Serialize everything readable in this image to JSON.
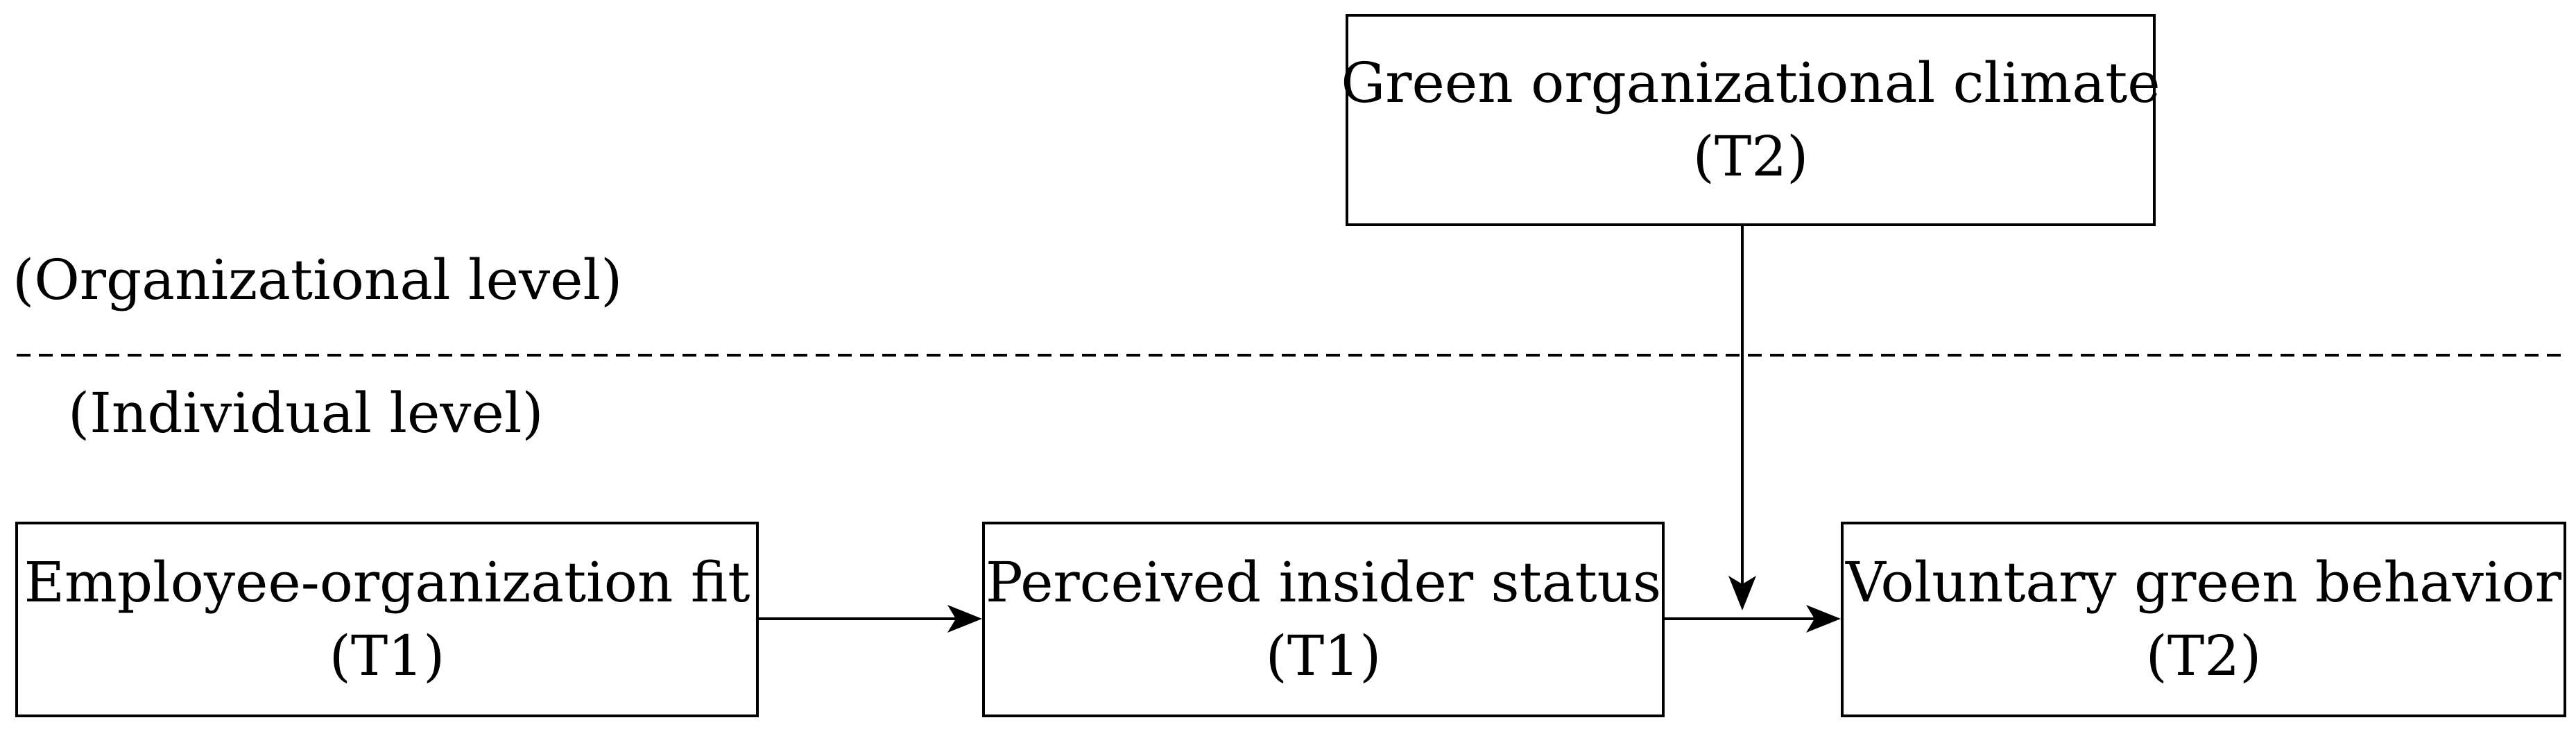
{
  "levels": {
    "organizational": "(Organizational level)",
    "individual": "(Individual level)"
  },
  "boxes": {
    "climate": {
      "title": "Green organizational climate",
      "time": "(T2)"
    },
    "fit": {
      "title": "Employee-organization fit",
      "time": "(T1)"
    },
    "insider": {
      "title": "Perceived insider status",
      "time": "(T1)"
    },
    "behavior": {
      "title": "Voluntary green behavior",
      "time": "(T2)"
    }
  },
  "colors": {
    "stroke": "#000000",
    "background": "#ffffff"
  }
}
